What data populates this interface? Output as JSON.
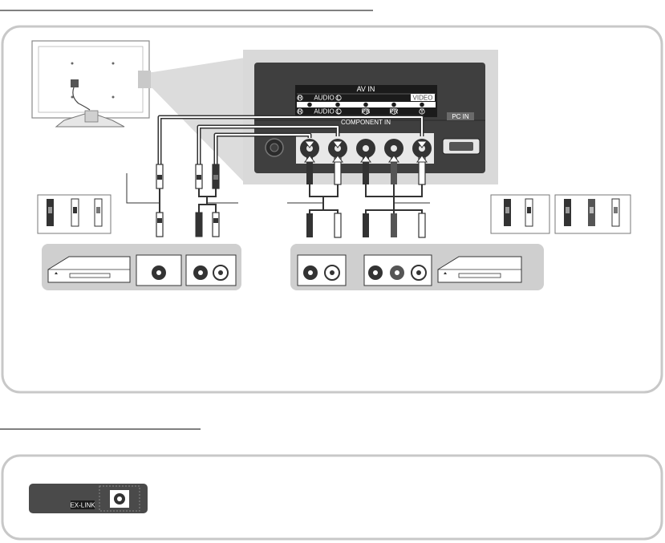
{
  "tv_panel": {
    "av_in_title": "AV IN",
    "audio_top": "AUDIO",
    "audio_bottom": "AUDIO",
    "video_label": "VIDEO",
    "right_marker": "R",
    "left_marker": "L",
    "pb_marker": "PB",
    "pr_marker": "PR",
    "y_marker": "Y",
    "component_in_label": "COMPONENT IN",
    "pc_in_label": "PC IN"
  },
  "ex_link": {
    "label": "EX-LINK"
  },
  "colors": {
    "frame": "#c8c8c8",
    "panel": "#d9d9d9",
    "jack_panel": "#3f3f3f",
    "device_box": "#cfcfcf",
    "cable": "#333333"
  },
  "icons": [
    "tv-back-icon",
    "rca-plug-icon",
    "dvd-player-icon",
    "ex-link-jack-icon"
  ]
}
